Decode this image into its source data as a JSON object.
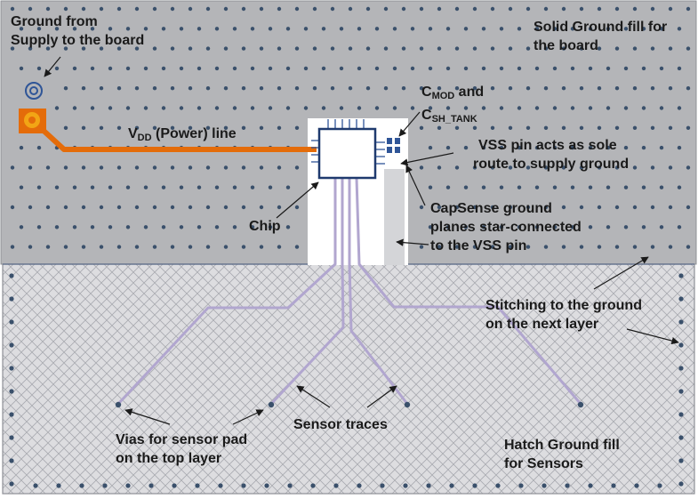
{
  "colors": {
    "solid_fill": "#b4b5b8",
    "via_dot": "#3a506b",
    "hatch_fill": "#dddde0",
    "hatch_line": "#a9abb1",
    "power_trace": "#e46c0a",
    "pad": "#f2a515",
    "sensor_trace": "#b1a6cf",
    "chip_fill": "#2f5597",
    "cap_fill": "#2f5597",
    "label_text": "#1a1a1a"
  },
  "labels": {
    "ground_supply_line1": "Ground from",
    "ground_supply_line2": "Supply to the board",
    "solid_fill_line1": "Solid Ground fill for",
    "solid_fill_line2": "the board",
    "vdd_main": "V",
    "vdd_sub": "DD",
    "vdd_rest": " (Power) line",
    "cmod_main": "C",
    "cmod_sub": "MOD",
    "cmod_rest": " and",
    "csh_main": "C",
    "csh_sub": "SH_TANK",
    "vss_line1": "VSS pin acts as sole",
    "vss_line2": "route to supply ground",
    "capsense_line1": "CapSense ground",
    "capsense_line2": "planes star-connected",
    "capsense_line3": "to the VSS pin",
    "chip": "Chip",
    "stitching_line1": "Stitching to the ground",
    "stitching_line2": "on the next layer",
    "vias_line1": "Vias for sensor pad",
    "vias_line2": "on the top layer",
    "sensor_traces": "Sensor traces",
    "hatch_line1": "Hatch Ground fill",
    "hatch_line2": "for Sensors"
  }
}
